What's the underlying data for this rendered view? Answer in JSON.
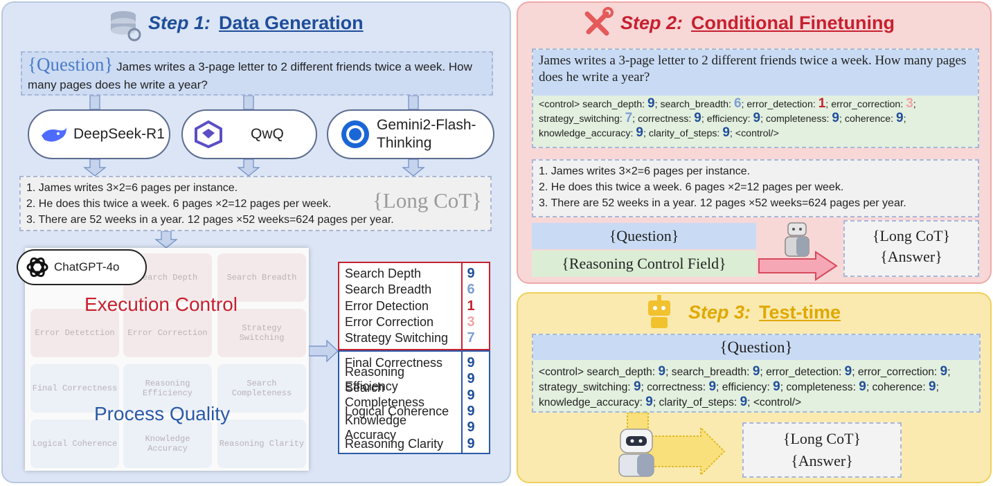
{
  "step1": {
    "num": "Step 1:",
    "name": "Data Generation",
    "question_tag": "{Question}",
    "question_text": "James writes a 3-page letter to 2 different friends twice a week. How many pages does he write a year?",
    "models": [
      "DeepSeek-R1",
      "QwQ",
      "Gemini2-Flash-Thinking"
    ],
    "cot_lines": [
      "1. James writes 3×2=6 pages per instance.",
      "2. He does this twice a week. 6 pages ×2=12 pages per week.",
      "3. There are 52 weeks in a year. 12 pages ×52 weeks=624 pages per year."
    ],
    "cot_tag": "{Long CoT}",
    "gpt_label": "ChatGPT-4o",
    "grid_cells": [
      "Search Depth",
      "Search Breadth",
      "Error Detetction",
      "Error Correction",
      "Strategy Switching",
      "Final Correctness",
      "Reasoning Efficiency",
      "Search Completeness",
      "Logical Coherence",
      "Knowledge Accuracy",
      "Reasoning Clarity"
    ],
    "exec_label": "Execution Control",
    "quality_label": "Process Quality",
    "exec_metrics": [
      {
        "label": "Search Depth",
        "value": "9"
      },
      {
        "label": "Search Breadth",
        "value": "6"
      },
      {
        "label": "Error Detection",
        "value": "1"
      },
      {
        "label": "Error Correction",
        "value": "3"
      },
      {
        "label": "Strategy Switching",
        "value": "7"
      }
    ],
    "quality_metrics": [
      {
        "label": "Final Correctness",
        "value": "9"
      },
      {
        "label": "Reasoning Efficiency",
        "value": "9"
      },
      {
        "label": "Search Completeness",
        "value": "9"
      },
      {
        "label": "Logical Coherence",
        "value": "9"
      },
      {
        "label": "Knowledge Accuracy",
        "value": "9"
      },
      {
        "label": "Reasoning Clarity",
        "value": "9"
      }
    ]
  },
  "step2": {
    "num": "Step 2:",
    "name": "Conditional Finetuning",
    "question_text": "James writes a 3-page letter to 2 different friends twice a week. How many pages does he write a year?",
    "control": {
      "open": "<control>",
      "close": "<control/>",
      "fields": [
        {
          "k": "search_depth:",
          "v": "9"
        },
        {
          "k": "search_breadth:",
          "v": "6"
        },
        {
          "k": "error_detection:",
          "v": "1"
        },
        {
          "k": "error_correction:",
          "v": "3"
        },
        {
          "k": "strategy_switching:",
          "v": "7"
        },
        {
          "k": "correctness:",
          "v": "9"
        },
        {
          "k": "efficiency:",
          "v": "9"
        },
        {
          "k": "completeness:",
          "v": "9"
        },
        {
          "k": "coherence:",
          "v": "9"
        },
        {
          "k": "knowledge_accuracy:",
          "v": "9"
        },
        {
          "k": "clarity_of_steps:",
          "v": "9"
        }
      ]
    },
    "cot_lines": [
      "1. James writes 3×2=6 pages per instance.",
      "2. He does this twice a week. 6 pages ×2=12 pages per week.",
      "3. There are 52 weeks in a year. 12 pages ×52 weeks=624 pages per year."
    ],
    "input_question": "{Question}",
    "input_control": "{Reasoning Control Field}",
    "output_cot": "{Long CoT}",
    "output_answer": "{Answer}"
  },
  "step3": {
    "num": "Step 3:",
    "name": "Test-time",
    "question": "{Question}",
    "control_fields": [
      {
        "k": "search_depth:",
        "v": "9"
      },
      {
        "k": "search_breadth:",
        "v": "9"
      },
      {
        "k": "error_detection:",
        "v": "9"
      },
      {
        "k": "error_correction:",
        "v": "9"
      },
      {
        "k": "strategy_switching:",
        "v": "9"
      },
      {
        "k": "correctness:",
        "v": "9"
      },
      {
        "k": "efficiency:",
        "v": "9"
      },
      {
        "k": "completeness:",
        "v": "9"
      },
      {
        "k": "coherence:",
        "v": "9"
      },
      {
        "k": "knowledge_accuracy:",
        "v": "9"
      },
      {
        "k": "clarity_of_steps:",
        "v": "9"
      }
    ],
    "output_cot": "{Long CoT}",
    "output_answer": "{Answer}"
  },
  "colors": {
    "step1_accent": "#1f4e9a",
    "step2_accent": "#c7202e",
    "step3_accent": "#e0a800",
    "exec_red": "#c7202e",
    "quality_blue": "#2a5aa8"
  }
}
